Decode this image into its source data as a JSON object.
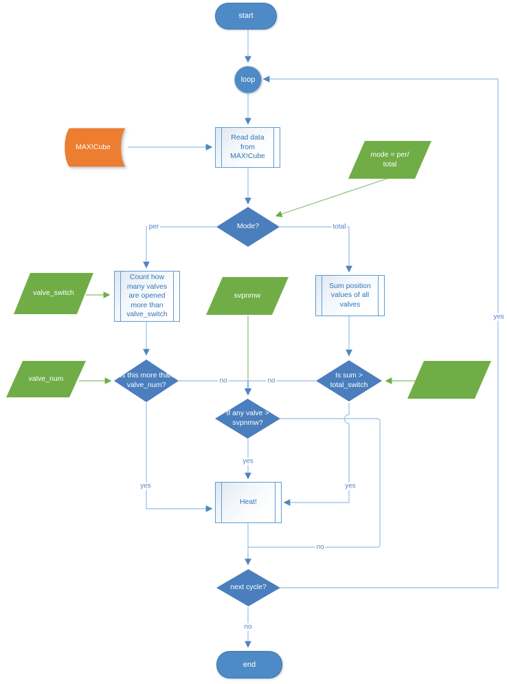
{
  "colors": {
    "shape-blue": "#4e8ac5",
    "diamond-blue": "#4a7ebc",
    "green": "#70ad47",
    "orange": "#ed7d31",
    "pp-border": "#5b9bd5",
    "text-blue": "#2e75b6",
    "label-blue": "#4c86c8",
    "line-blue": "#a7c6e9",
    "line-blue-dark": "#5b9bd5",
    "line-green": "#9cc583",
    "arrow-blue": "#4f86bf",
    "arrow-green": "#70ad47"
  },
  "nodes": {
    "start": {
      "label": "start"
    },
    "loop": {
      "label": "loop"
    },
    "read": {
      "label": "Read data\nfrom\nMAX!Cube"
    },
    "maxcube": {
      "label": "MAX!Cube"
    },
    "mode_param": {
      "label": "mode = per/\ntotal"
    },
    "mode": {
      "label": "Mode?"
    },
    "count": {
      "label": "Count how\nmany valves\nare opened\nmore than\nvalve_switch"
    },
    "valve_switch": {
      "label": "valve_switch"
    },
    "sum": {
      "label": "Sum position\nvalues of all\nvalves"
    },
    "svpnmw": {
      "label": "svpnmw"
    },
    "valve_num": {
      "label": "valve_num"
    },
    "left_decision": {
      "label": "Is this more than\nvalve_num?"
    },
    "right_decision": {
      "label": "Is sum >\ntotal_switch"
    },
    "mid_decision": {
      "label": "If any valve >\nsvpnmw?"
    },
    "heat": {
      "label": "Heat!"
    },
    "next_cycle": {
      "label": "next cycle?"
    },
    "end": {
      "label": "end"
    }
  },
  "edges": {
    "per": "per",
    "total": "total",
    "no_left": "no",
    "no_right": "no",
    "yes_mid": "yes",
    "yes_left": "yes",
    "yes_right": "yes",
    "no_mid": "no",
    "no_next": "no",
    "yes_loop": "yes"
  }
}
